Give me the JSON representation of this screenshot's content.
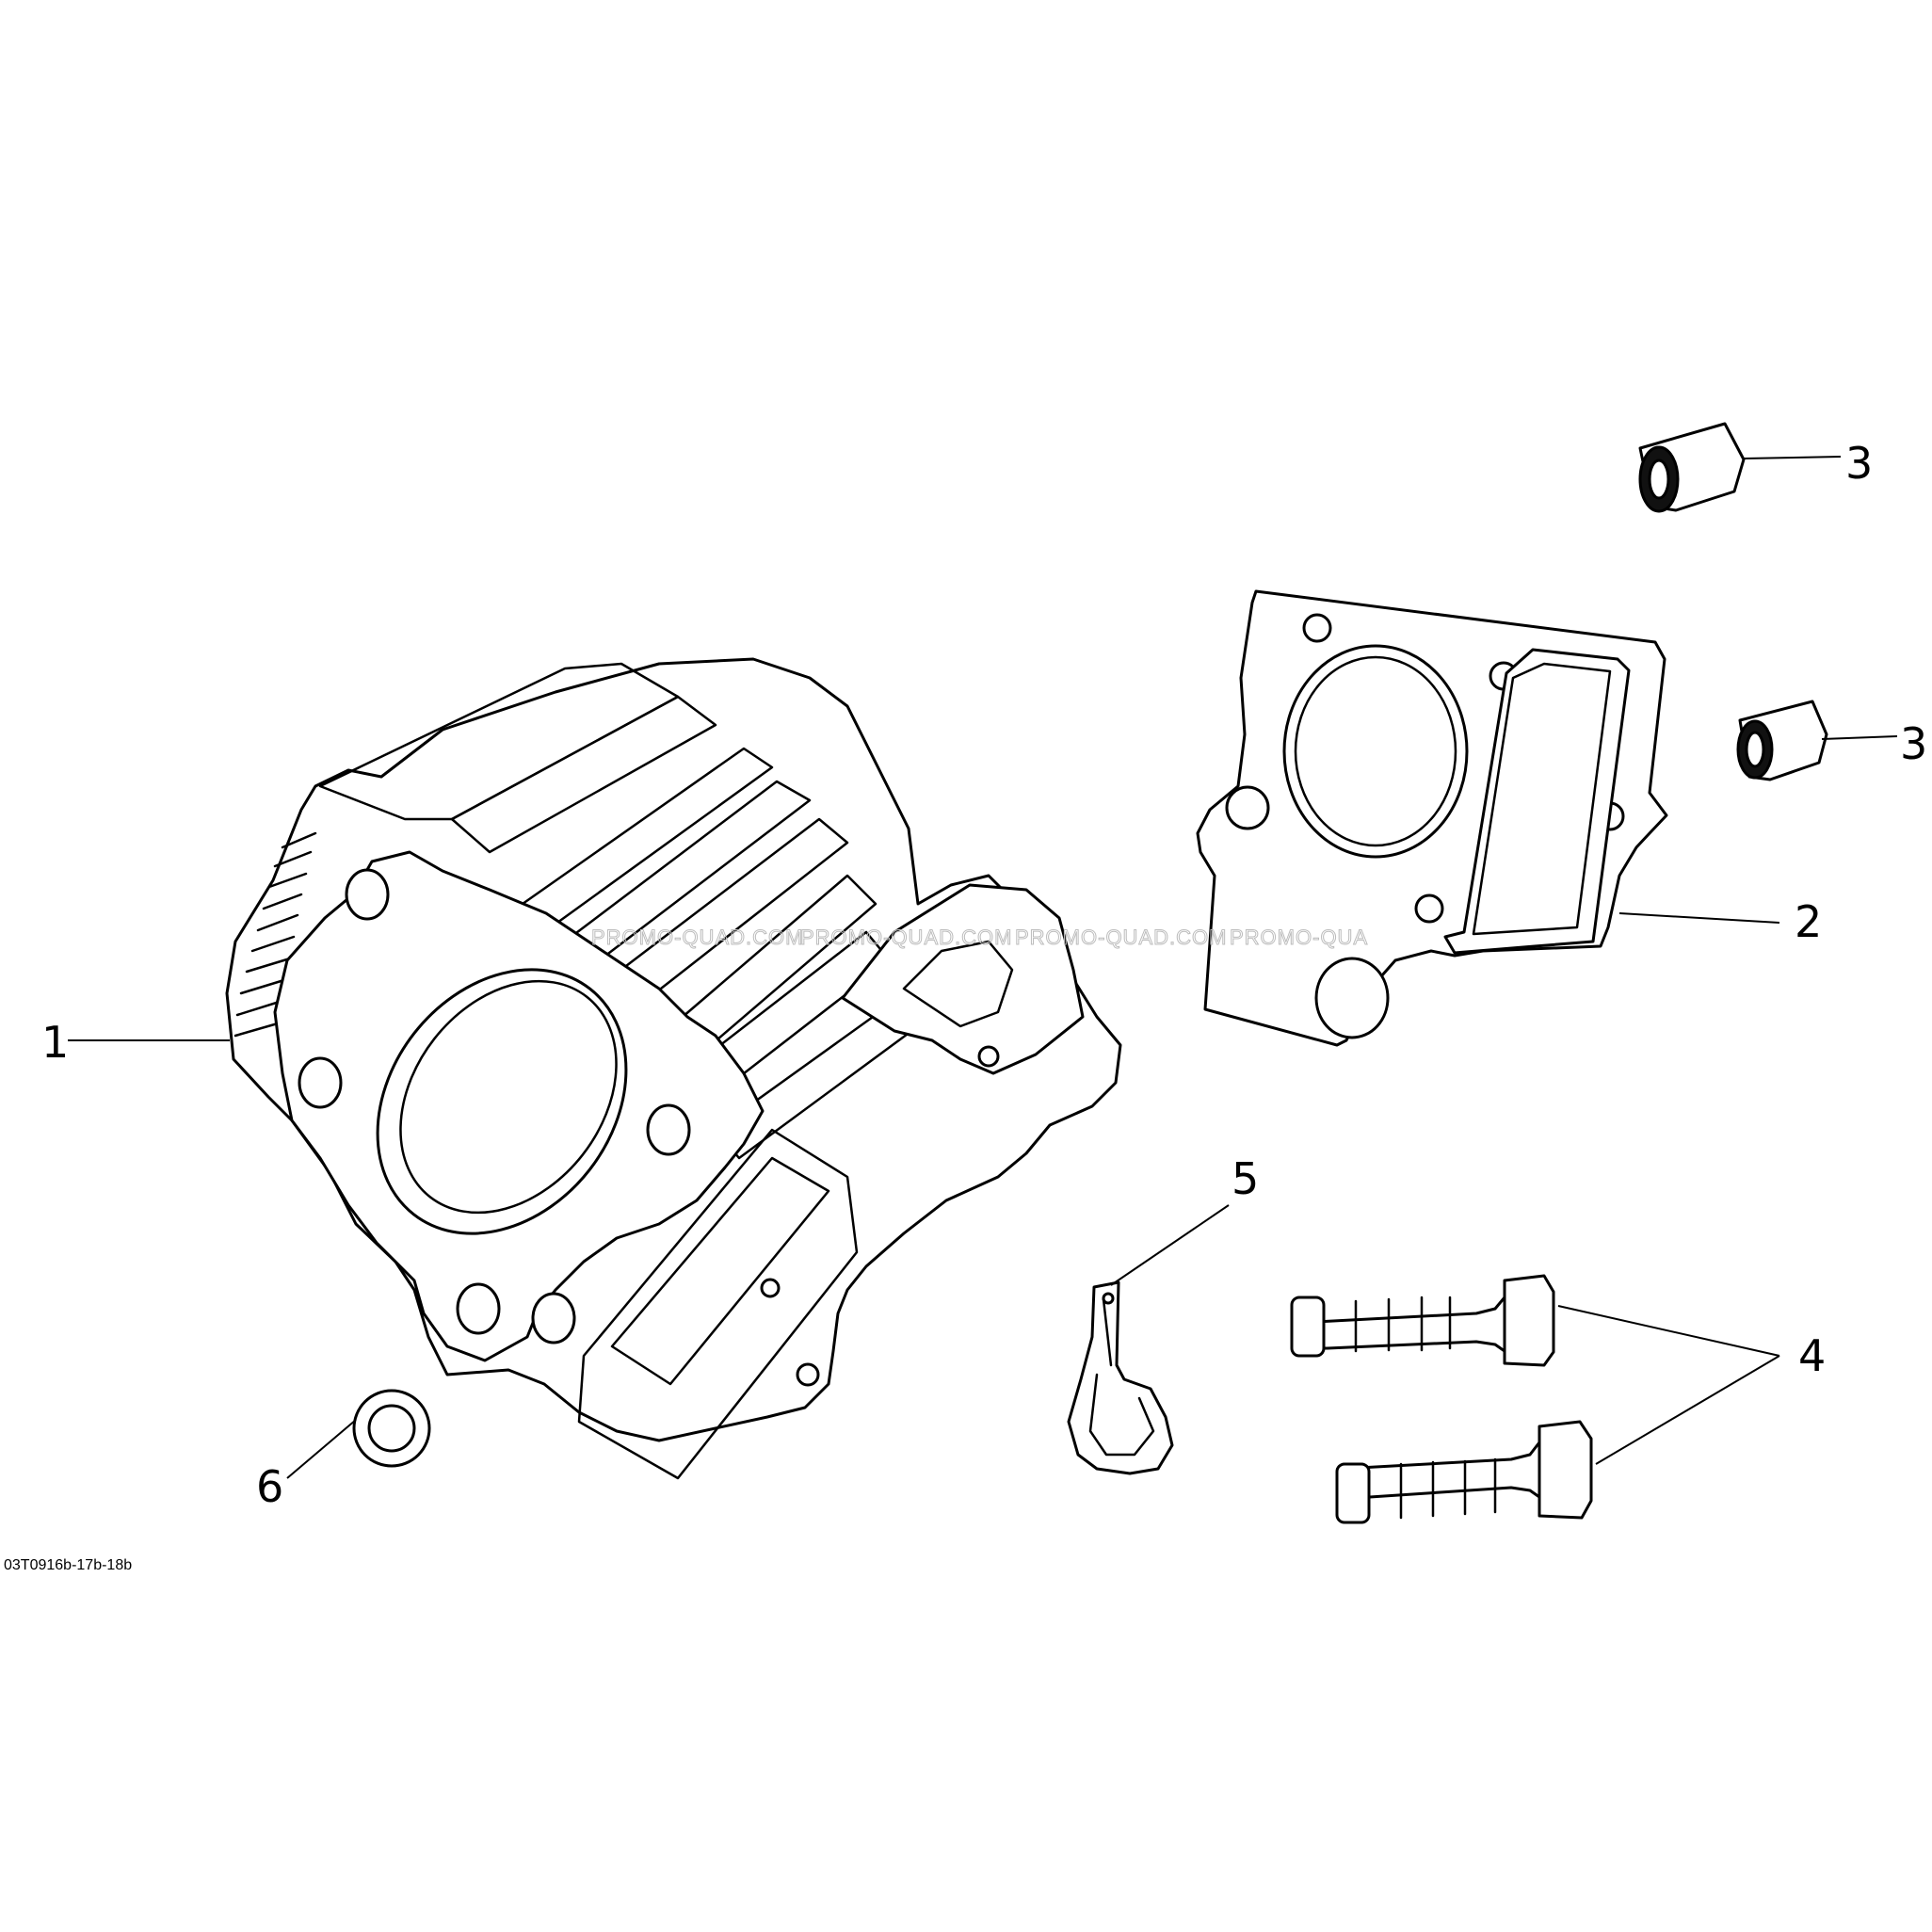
{
  "diagram": {
    "callouts": [
      "1",
      "2",
      "3",
      "3",
      "4",
      "5",
      "6"
    ],
    "watermark": [
      "PROMO-QUAD.COM",
      "PROMO-QUAD.COM",
      "PROMO-QUAD.COM",
      "PROMO-QUA"
    ],
    "drawing_code": "03T0916b-17b-18b",
    "parts": [
      {
        "ref": "1",
        "icon": "cylinder-block-icon"
      },
      {
        "ref": "2",
        "icon": "cylinder-head-gasket-icon"
      },
      {
        "ref": "3",
        "icon": "dowel-pin-icon"
      },
      {
        "ref": "4",
        "icon": "stud-bolt-icon"
      },
      {
        "ref": "5",
        "icon": "hose-clip-icon"
      },
      {
        "ref": "6",
        "icon": "o-ring-icon"
      }
    ]
  }
}
